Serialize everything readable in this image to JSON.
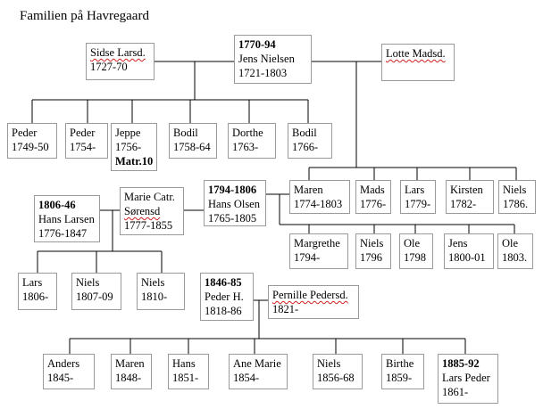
{
  "title": "Familien på Havregaard",
  "gen1": {
    "sidse": {
      "name": "Sidse Larsd.",
      "years": "1727-70"
    },
    "jens": {
      "period": "1770-94",
      "name": "Jens Nielsen",
      "years": "1721-1803"
    },
    "lotte": {
      "name": "Lotte Madsd."
    }
  },
  "children_sidse": [
    {
      "name": "Peder",
      "years": "1749-50"
    },
    {
      "name": "Peder",
      "years": "1754-"
    },
    {
      "name": "Jeppe",
      "years": "1756-",
      "note": "Matr.10"
    },
    {
      "name": "Bodil",
      "years": "1758-64"
    },
    {
      "name": "Dorthe",
      "years": "1763-"
    },
    {
      "name": "Bodil",
      "years": "1766-"
    }
  ],
  "children_lotte": [
    {
      "name": "Maren",
      "years": "1774-1803"
    },
    {
      "name": "Mads",
      "years": "1776-"
    },
    {
      "name": "Lars",
      "years": "1779-"
    },
    {
      "name": "Kirsten",
      "years": "1782-"
    },
    {
      "name": "Niels",
      "years": "1786."
    }
  ],
  "gen2": {
    "hans_larsen": {
      "period": "1806-46",
      "name": "Hans Larsen",
      "years": "1776-1847"
    },
    "marie": {
      "name1": "Marie Catr.",
      "name2": "Sørensd",
      "years": "1777-1855"
    },
    "hans_olsen": {
      "period": "1794-1806",
      "name": "Hans Olsen",
      "years": "1765-1805"
    }
  },
  "children_maren": [
    {
      "name": "Margrethe",
      "years": "1794-"
    },
    {
      "name": "Niels",
      "years": "1796"
    },
    {
      "name": "Ole",
      "years": "1798"
    },
    {
      "name": "Jens",
      "years": "1800-01"
    },
    {
      "name": "Ole",
      "years": "1803."
    }
  ],
  "children_marie": [
    {
      "name": "Lars",
      "years": "1806-"
    },
    {
      "name": "Niels",
      "years": "1807-09"
    },
    {
      "name": "Niels",
      "years": "1810-"
    }
  ],
  "gen3": {
    "peder": {
      "period": "1846-85",
      "name": "Peder H.",
      "years": "1818-86"
    },
    "pernille": {
      "name": "Pernille Pedersd.",
      "years": "1821-"
    }
  },
  "children_peder": [
    {
      "name": "Anders",
      "years": "1845-"
    },
    {
      "name": "Maren",
      "years": "1848-"
    },
    {
      "name": "Hans",
      "years": "1851-"
    },
    {
      "name": "Ane Marie",
      "years": "1854-"
    },
    {
      "name": "Niels",
      "years": "1856-68"
    },
    {
      "name": "Birthe",
      "years": "1859-"
    }
  ],
  "gen4": {
    "lars_peder": {
      "period": "1885-92",
      "name": "Lars Peder",
      "years": "1861-"
    }
  }
}
